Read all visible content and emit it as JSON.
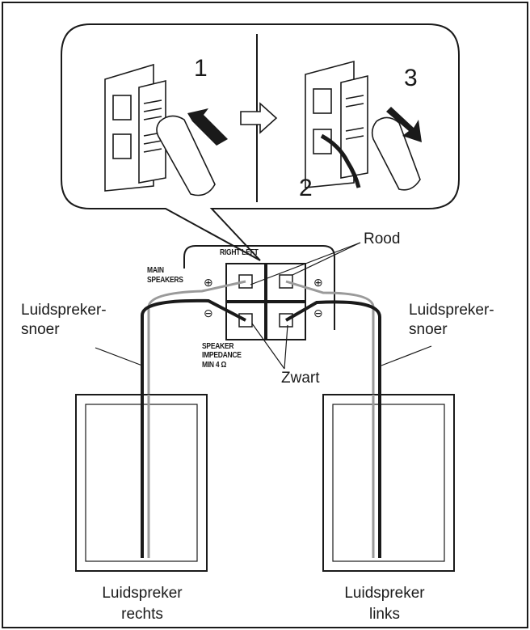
{
  "callout": {
    "step1": "1",
    "step2": "2",
    "step3": "3"
  },
  "panel": {
    "terminal_header": "RIGHT LEFT",
    "main_speakers_line1": "MAIN",
    "main_speakers_line2": "SPEAKERS",
    "impedance_line1": "SPEAKER",
    "impedance_line2": "IMPEDANCE",
    "impedance_line3": "MIN 4 Ω",
    "plus_symbol": "⊕",
    "minus_symbol": "⊖"
  },
  "labels": {
    "red": "Rood",
    "black": "Zwart",
    "cord_left_line1": "Luidspreker-",
    "cord_left_line2": "snoer",
    "cord_right_line1": "Luidspreker-",
    "cord_right_line2": "snoer",
    "speaker_right_line1": "Luidspreker",
    "speaker_right_line2": "rechts",
    "speaker_left_line1": "Luidspreker",
    "speaker_left_line2": "links"
  },
  "colors": {
    "line": "#1a1a1a",
    "wire_gray": "#9a9a9a",
    "background": "#ffffff"
  }
}
